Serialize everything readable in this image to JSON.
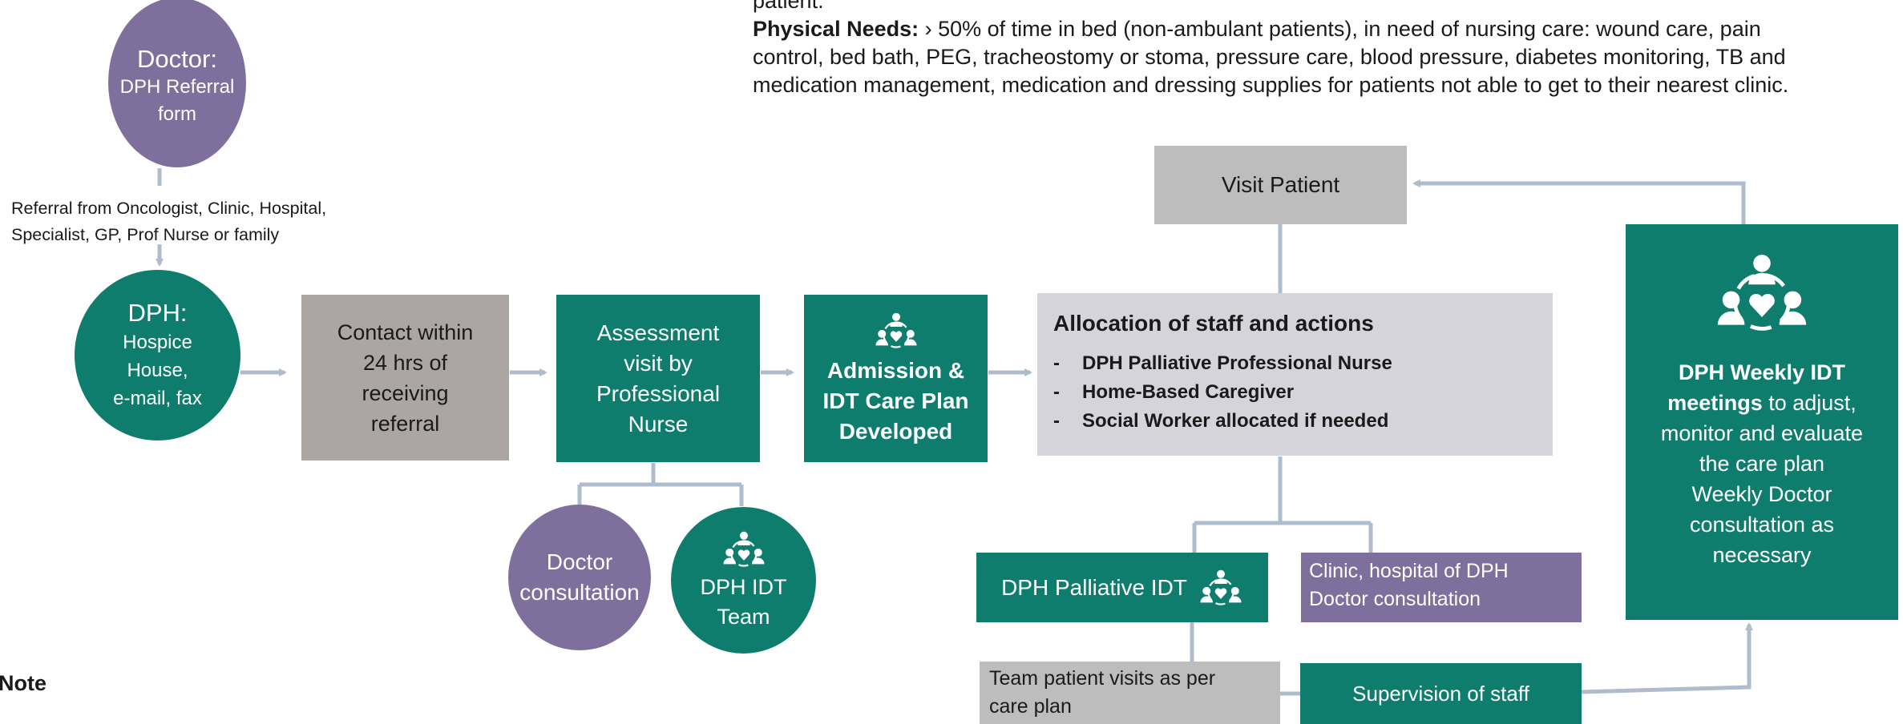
{
  "criteria": {
    "cut_line": "patient.",
    "label": "Physical Needs:",
    "text_line1": " › 50% of time in bed (non-ambulant patients), in need of nursing care: wound care, pain",
    "text_line2": "control, bed bath, PEG, tracheostomy or stoma, pressure care, blood pressure, diabetes monitoring, TB and",
    "text_line3": "medication management, medication and dressing supplies for patients not able to get to their nearest clinic."
  },
  "doctor": {
    "title": "Doctor:",
    "line1": "DPH Referral",
    "line2": "form"
  },
  "referral_note": {
    "line1": "Referral from Oncologist, Clinic, Hospital,",
    "line2": "Specialist, GP, Prof Nurse or family"
  },
  "dph": {
    "title": "DPH:",
    "line1": "Hospice",
    "line2": "House,",
    "line3": "e-mail, fax"
  },
  "contact": {
    "line1": "Contact within",
    "line2": "24 hrs of",
    "line3": "receiving",
    "line4": "referral"
  },
  "assessment": {
    "line1": "Assessment",
    "line2": "visit by",
    "line3": "Professional",
    "line4": "Nurse"
  },
  "admission": {
    "line1": "Admission &",
    "line2": "IDT Care Plan",
    "line3": "Developed"
  },
  "doctor_consult": {
    "line1": "Doctor",
    "line2": "consultation"
  },
  "idt_team": {
    "line1": "DPH IDT",
    "line2": "Team"
  },
  "visit": {
    "label": "Visit Patient"
  },
  "allocation": {
    "title": "Allocation of staff and actions",
    "items": [
      "DPH Palliative Professional Nurse",
      "Home-Based Caregiver",
      "Social Worker allocated if needed"
    ],
    "bullet": "-"
  },
  "palliative_idt": {
    "label": "DPH Palliative IDT"
  },
  "clinic": {
    "line1": "Clinic, hospital of DPH",
    "line2": "Doctor consultation"
  },
  "team_visits": {
    "line1": "Team patient visits as per",
    "line2": "care plan"
  },
  "supervision": {
    "label": "Supervision of staff"
  },
  "weekly": {
    "bold1": "DPH Weekly IDT",
    "bold2": "meetings",
    "rest1": " to adjust,",
    "line3": "monitor and evaluate",
    "line4": "the care plan",
    "line5": "Weekly Doctor",
    "line6": "consultation as",
    "line7": "necessary"
  },
  "note": {
    "label": "Note"
  },
  "colors": {
    "teal": "#0f7d6e",
    "purple": "#7f6f9c",
    "grey": "#aba6a3",
    "connector": "#aebccc"
  }
}
